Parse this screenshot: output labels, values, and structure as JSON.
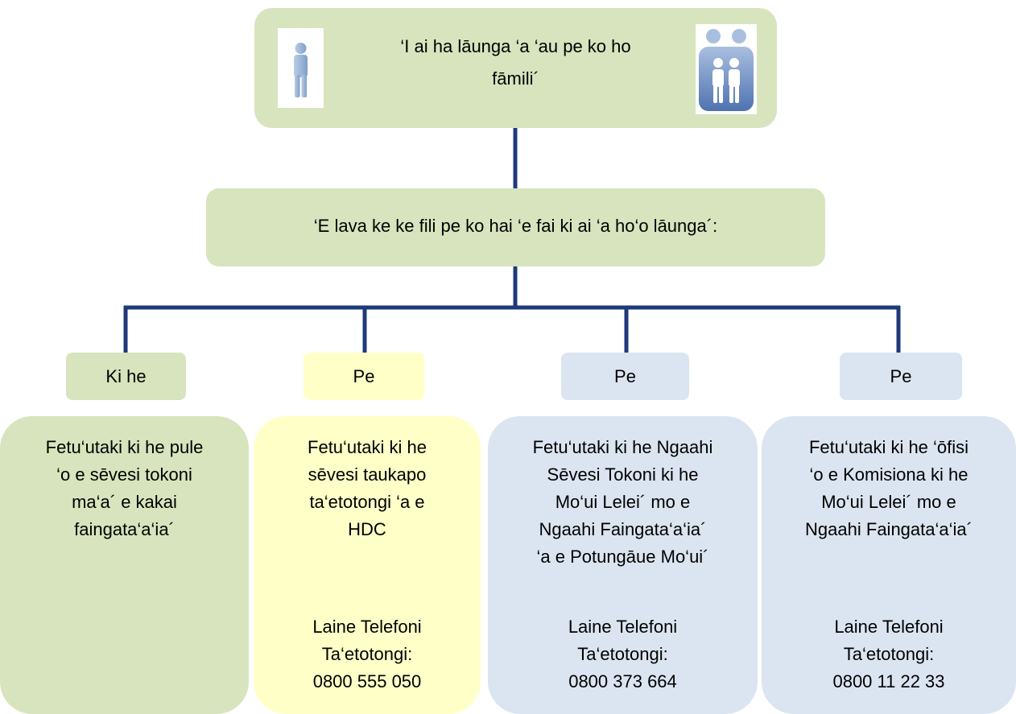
{
  "top": {
    "text_line1": "‘I ai ha lāunga ‘a ‘au pe ko ho",
    "text_line2": "fāmili´",
    "icons": [
      "person-icon",
      "family-icon"
    ]
  },
  "middle": {
    "text": "‘E lava ke ke fili pe ko hai ‘e fai ki ai ‘a ho‘o lāunga´:"
  },
  "options": [
    {
      "label": "Ki he",
      "description": "Fetu‘utaki ki he pule\n‘o e sēvesi tokoni\nma‘a´ e kakai\nfaingata‘a‘ia´",
      "phone": ""
    },
    {
      "label": "Pe",
      "description": "Fetu‘utaki ki he\nsēvesi taukapo\nta‘etotongi ‘a e\nHDC",
      "phone": "Laine Telefoni\nTa‘etotongi:\n0800 555 050"
    },
    {
      "label": "Pe",
      "description": "Fetu‘utaki ki he Ngaahi\nSēvesi Tokoni ki he\nMo‘ui Lelei´ mo e\nNgaahi Faingata‘a‘ia´\n‘a e Potungāue Mo‘ui´",
      "phone": "Laine Telefoni\nTa‘etotongi:\n0800 373 664"
    },
    {
      "label": "Pe",
      "description": "Fetu‘utaki ki he ‘ōfisi\n‘o e Komisiona ki he\nMo‘ui Lelei´ mo e\nNgaahi Faingata‘a‘ia´",
      "phone": "Laine Telefoni\nTa‘etotongi:\n0800 11 22 33"
    }
  ],
  "colors": {
    "green": "#d7e4bd",
    "yellow": "#ffffc8",
    "blue": "#dbe5f1",
    "connector": "#1f3a7a"
  }
}
